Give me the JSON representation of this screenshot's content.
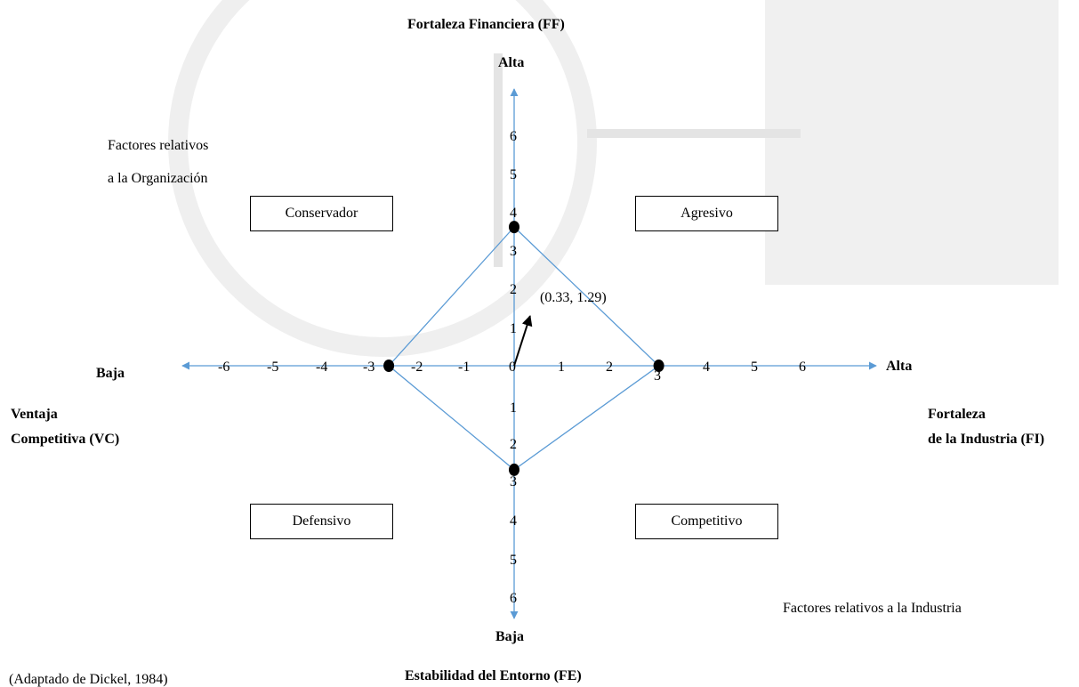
{
  "titles": {
    "ff": "Fortaleza Financiera (FF)",
    "fe": "Estabilidad del Entorno (FE)",
    "vc_line1": "Ventaja",
    "vc_line2": "Competitiva (VC)",
    "fi_line1": "Fortaleza",
    "fi_line2": "de la Industria (FI)"
  },
  "ends": {
    "top": "Alta",
    "bottom": "Baja",
    "left": "Baja",
    "right": "Alta"
  },
  "notes": {
    "org_line1": "Factores relativos",
    "org_line2": "a la Organización",
    "industry": "Factores relativos a la Industria",
    "source": "(Adaptado de Dickel, 1984)"
  },
  "quadrants": {
    "conservador": "Conservador",
    "agresivo": "Agresivo",
    "defensivo": "Defensivo",
    "competitivo": "Competitivo"
  },
  "ticks": {
    "x_negative": [
      "-6",
      "-5",
      "-4",
      "-3",
      "-2",
      "-1"
    ],
    "origin": "0",
    "x_positive": [
      "1",
      "2",
      "3",
      "4",
      "5",
      "6"
    ],
    "y_up": [
      "1",
      "2",
      "3",
      "4",
      "5",
      "6"
    ],
    "y_down": [
      "1",
      "2",
      "3",
      "4",
      "5",
      "6"
    ]
  },
  "vector_label": "(0.33, 1.29)",
  "diagram_data": {
    "polygon_points": [
      {
        "axis": "FF",
        "value": 3.6
      },
      {
        "axis": "FI",
        "value": 3
      },
      {
        "axis": "FE",
        "value": -2.7
      },
      {
        "axis": "VC",
        "value": -2.6
      }
    ],
    "vector": {
      "x": 0.33,
      "y": 1.29
    }
  },
  "colors": {
    "axis": "#5b9bd5",
    "polygon": "#5b9bd5",
    "points": "#000000",
    "watermark": "#d9d9d9"
  }
}
